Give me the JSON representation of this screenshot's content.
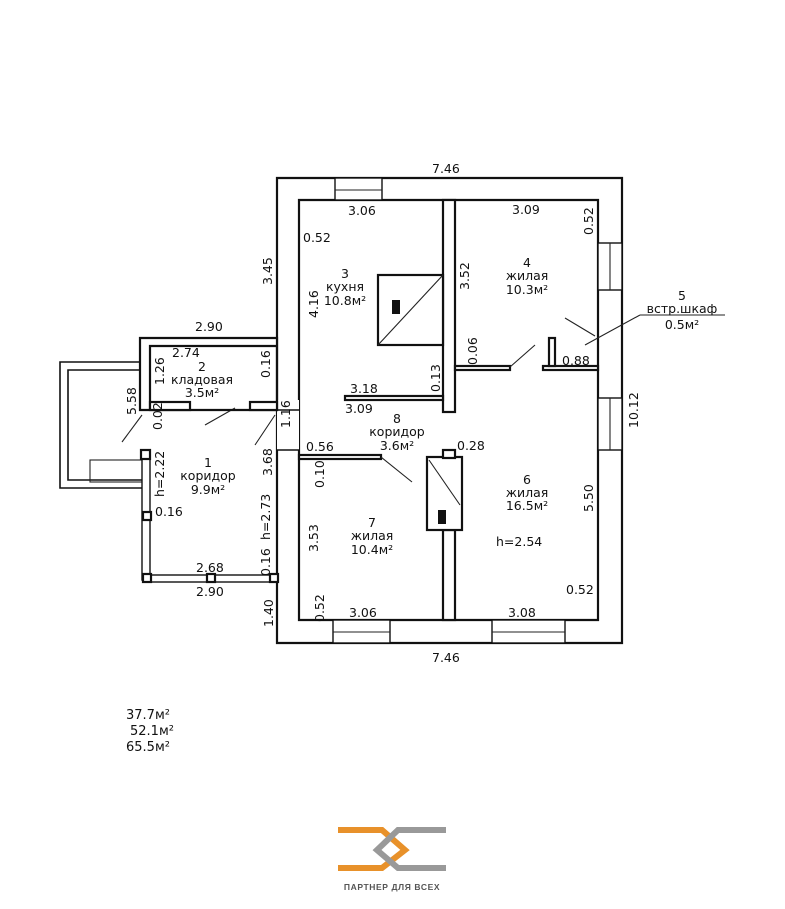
{
  "rooms": [
    {
      "num": "1",
      "name": "коридор",
      "area": "9.9м²"
    },
    {
      "num": "2",
      "name": "кладовая",
      "area": "3.5м²"
    },
    {
      "num": "3",
      "name": "кухня",
      "area": "10.8м²"
    },
    {
      "num": "4",
      "name": "жилая",
      "area": "10.3м²"
    },
    {
      "num": "5",
      "name": "встр.шкаф",
      "area": "0.5м²"
    },
    {
      "num": "6",
      "name": "жилая",
      "area": "16.5м²"
    },
    {
      "num": "7",
      "name": "жилая",
      "area": "10.4м²"
    },
    {
      "num": "8",
      "name": "коридор",
      "area": "3.6м²"
    }
  ],
  "dimensions": {
    "top_total": "7.46",
    "bottom_total": "7.46",
    "right_total": "10.12",
    "kitchen_width": "3.06",
    "kitchen_window": "0.52",
    "kitchen_left_upper": "3.45",
    "kitchen_height": "4.16",
    "kitchen_bottom": "3.18",
    "kitchen_step": "0.13",
    "room4_width": "3.09",
    "room4_window": "0.52",
    "room4_height": "3.52",
    "room4_step": "0.06",
    "closet_width": "0.88",
    "storage_outer": "2.90",
    "storage_inner": "2.74",
    "storage_height": "1.26",
    "storage_wall": "0.16",
    "ext_left": "5.58",
    "corr1_offset": "0.02",
    "corr1_h_left": "h=2.22",
    "corr1_h_right": "h=2.73",
    "corr1_wall": "0.16",
    "corr1_wall_2": "0.16",
    "corr1_inner_width": "2.68",
    "corr1_outer_width": "2.90",
    "corr8_width": "3.09",
    "corr8_left": "1.16",
    "corr8_offset": "0.56",
    "corr8_right": "0.28",
    "room7_left_total": "3.68",
    "room7_step": "0.10",
    "room7_height": "3.53",
    "room7_window": "0.52",
    "room7_width": "3.06",
    "room7_corner": "1.40",
    "room6_height": "5.50",
    "room6_window": "0.52",
    "room6_width": "3.08",
    "room6_ceiling": "h=2.54"
  },
  "totals": [
    "37.7м²",
    "52.1м²",
    "65.5м²"
  ],
  "logo": {
    "text": "ПАРТНЕР ДЛЯ ВСЕХ",
    "orange": "#e8912a",
    "gray": "#999999"
  }
}
